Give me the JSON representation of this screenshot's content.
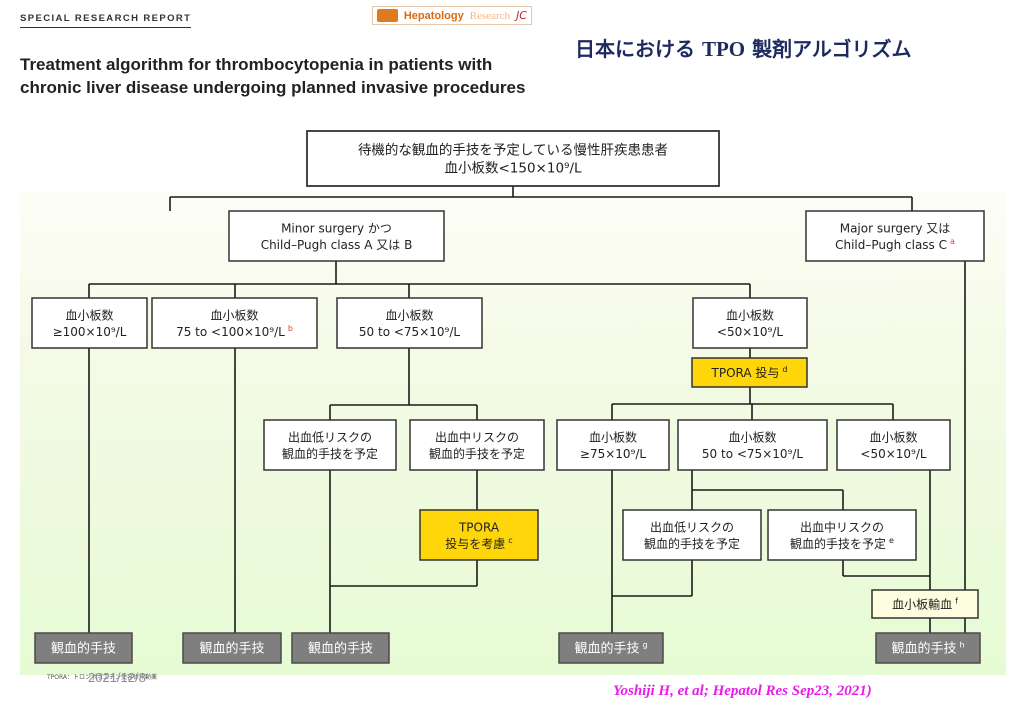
{
  "header": {
    "report_label": "SPECIAL RESEARCH REPORT",
    "journal_logo": {
      "part1": "Hepatology",
      "part2": "Research",
      "mark": "JC"
    },
    "english_title_line1": "Treatment algorithm for thrombocytopenia in patients with",
    "english_title_line2": "chronic liver disease undergoing planned invasive procedures",
    "japanese_title_pre": "日本における",
    "japanese_title_tpo": "TPO",
    "japanese_title_post": "製剤アルゴリズム"
  },
  "colors": {
    "box_white": "#ffffff",
    "box_yellow": "#ffd60a",
    "box_gray": "#7f7f7f",
    "box_cream": "#fdfde0",
    "line": "#1a1a1a",
    "title_navy": "#1c2a5e",
    "citation_magenta": "#ea1aea",
    "footnote_red": "#e0403a"
  },
  "flowchart": {
    "root": {
      "line1": "待機的な観血的手技を予定している慢性肝疾患患者",
      "line2": "血小板数<150×10⁹/L"
    },
    "minor": {
      "line1": "Minor surgery かつ",
      "line2": "Child–Pugh class A 又は B"
    },
    "major": {
      "line1": "Major surgery 又は",
      "line2": "Child–Pugh class C",
      "sup": "a"
    },
    "plt_ge100": {
      "line1": "血小板数",
      "line2": "≥100×10⁹/L"
    },
    "plt_75_100": {
      "line1": "血小板数",
      "line2": "75 to <100×10⁹/L",
      "sup": "b"
    },
    "plt_50_75": {
      "line1": "血小板数",
      "line2": "50 to <75×10⁹/L"
    },
    "plt_lt50": {
      "line1": "血小板数",
      "line2": "<50×10⁹/L"
    },
    "tpora_admin": {
      "line1": "TPORA 投与",
      "sup": "d"
    },
    "low_risk_1": {
      "line1": "出血低リスクの",
      "line2": "観血的手技を予定"
    },
    "mid_risk_1": {
      "line1": "出血中リスクの",
      "line2": "観血的手技を予定"
    },
    "tpora_consider": {
      "line1": "TPORA",
      "line2": "投与を考慮",
      "sup": "c"
    },
    "post_ge75": {
      "line1": "血小板数",
      "line2": "≥75×10⁹/L"
    },
    "post_50_75": {
      "line1": "血小板数",
      "line2": "50 to <75×10⁹/L"
    },
    "post_lt50": {
      "line1": "血小板数",
      "line2": "<50×10⁹/L"
    },
    "low_risk_2": {
      "line1": "出血低リスクの",
      "line2": "観血的手技を予定"
    },
    "mid_risk_2": {
      "line1": "出血中リスクの",
      "line2": "観血的手技を予定",
      "sup": "e"
    },
    "transfusion": {
      "line1": "血小板輸血",
      "sup": "f"
    },
    "proc_1": {
      "line1": "観血的手技"
    },
    "proc_2": {
      "line1": "観血的手技"
    },
    "proc_3": {
      "line1": "観血的手技"
    },
    "proc_4": {
      "line1": "観血的手技",
      "sup": "g"
    },
    "proc_5": {
      "line1": "観血的手技",
      "sup": "h"
    }
  },
  "footer": {
    "tpora_footnote": "TPORA：トロンボポエチン受容体作動薬",
    "date": "2021/12/8",
    "citation": "Yoshiji H, et al;  Hepatol Res Sep23,  2021)"
  }
}
